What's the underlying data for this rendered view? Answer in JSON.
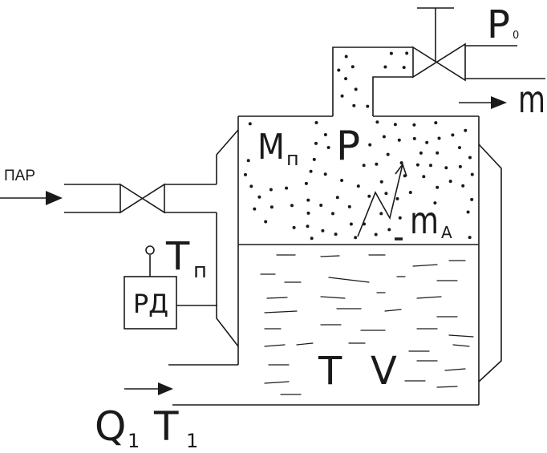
{
  "labels": {
    "outlet_pressure": {
      "symbol": "P",
      "subscript": "0"
    },
    "outlet_flow": {
      "symbol": "m"
    },
    "steam_inlet": {
      "text": "ПАР"
    },
    "vapor_mass": {
      "symbol": "M",
      "subscript": "п"
    },
    "vapor_pressure": {
      "symbol": "P"
    },
    "evaporation_flow": {
      "symbol": "m",
      "subscript": "A"
    },
    "steam_temperature": {
      "symbol": "T",
      "subscript": "п"
    },
    "regulator": {
      "text": "РД"
    },
    "liquid_temperature": {
      "symbol": "T"
    },
    "liquid_volume": {
      "symbol": "V"
    },
    "inlet_flow": {
      "symbol": "Q",
      "subscript": "1"
    },
    "inlet_temperature": {
      "symbol": "T",
      "subscript": "1"
    }
  },
  "colors": {
    "line": "#1a1a1a",
    "background": "#ffffff"
  }
}
